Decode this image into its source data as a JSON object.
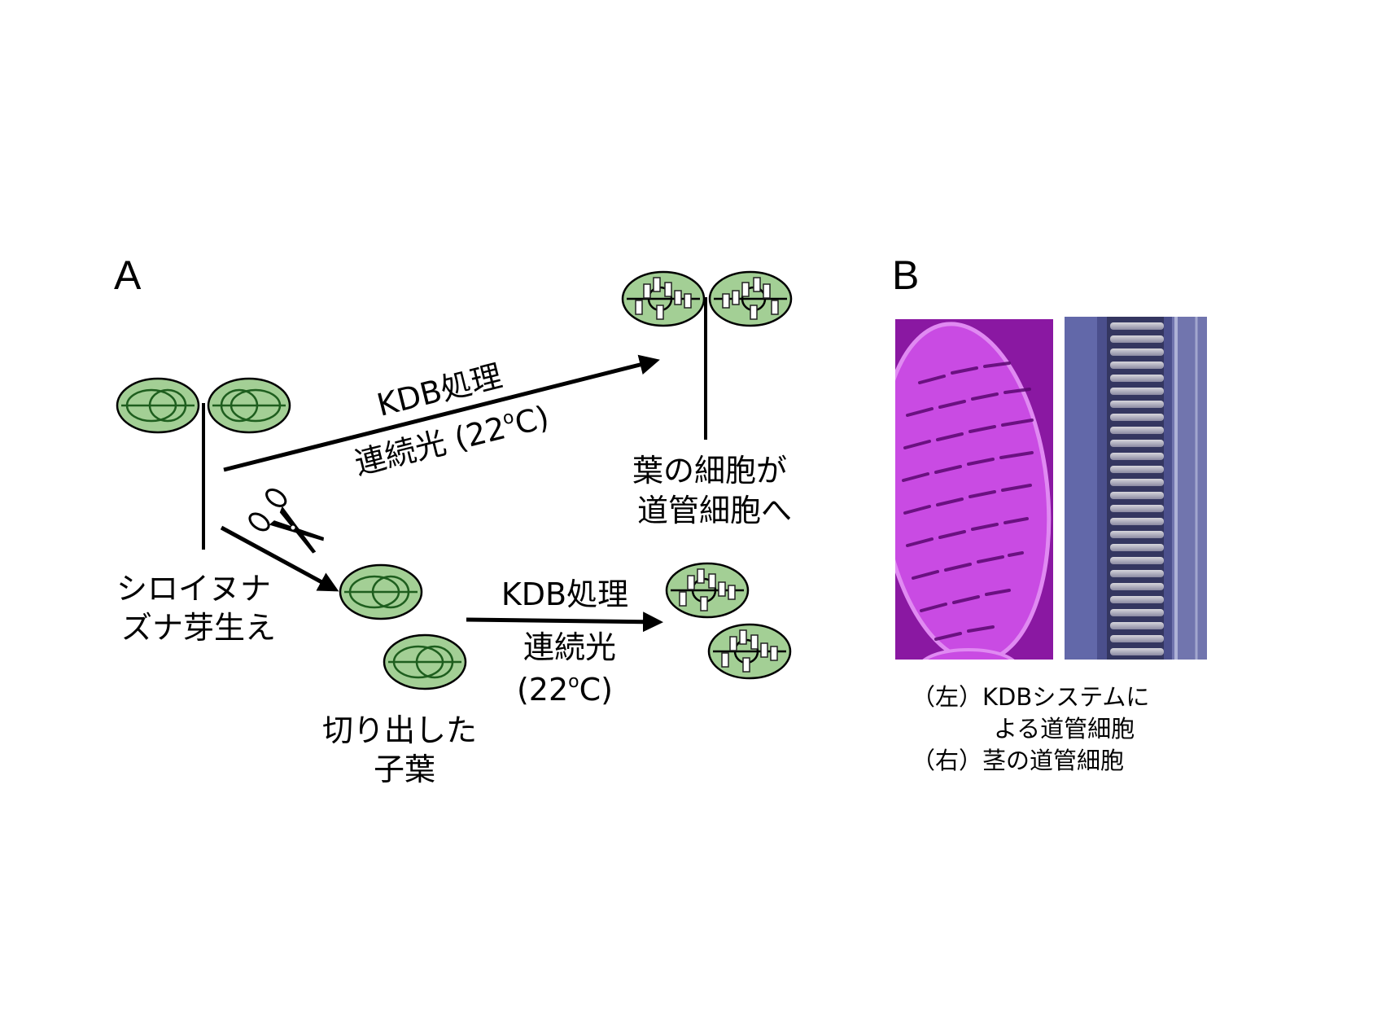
{
  "panel_a": {
    "label": "A",
    "seedling_label": [
      "シロイヌナ",
      "ズナ芽生え"
    ],
    "upper_arrow": {
      "line1": "KDB処理",
      "line2_prefix": "連続光 (22",
      "degree": "o",
      "line2_suffix": "C)"
    },
    "result_label": [
      "葉の細胞が",
      "道管細胞へ"
    ],
    "excised_label": [
      "切り出した",
      "子葉"
    ],
    "lower_arrow": {
      "line1": "KDB処理",
      "line2": "連続光",
      "line3_prefix": "(22",
      "degree": "o",
      "line3_suffix": "C)"
    }
  },
  "panel_b": {
    "label": "B",
    "caption": [
      "（左）KDBシステムに",
      "よる道管細胞",
      "（右）茎の道管細胞"
    ]
  },
  "colors": {
    "leaf_fill": "#a3cf95",
    "leaf_stroke": "#1e5e1e",
    "micrograph_left": "#a825c6",
    "micrograph_right": "#5a5f9e"
  }
}
